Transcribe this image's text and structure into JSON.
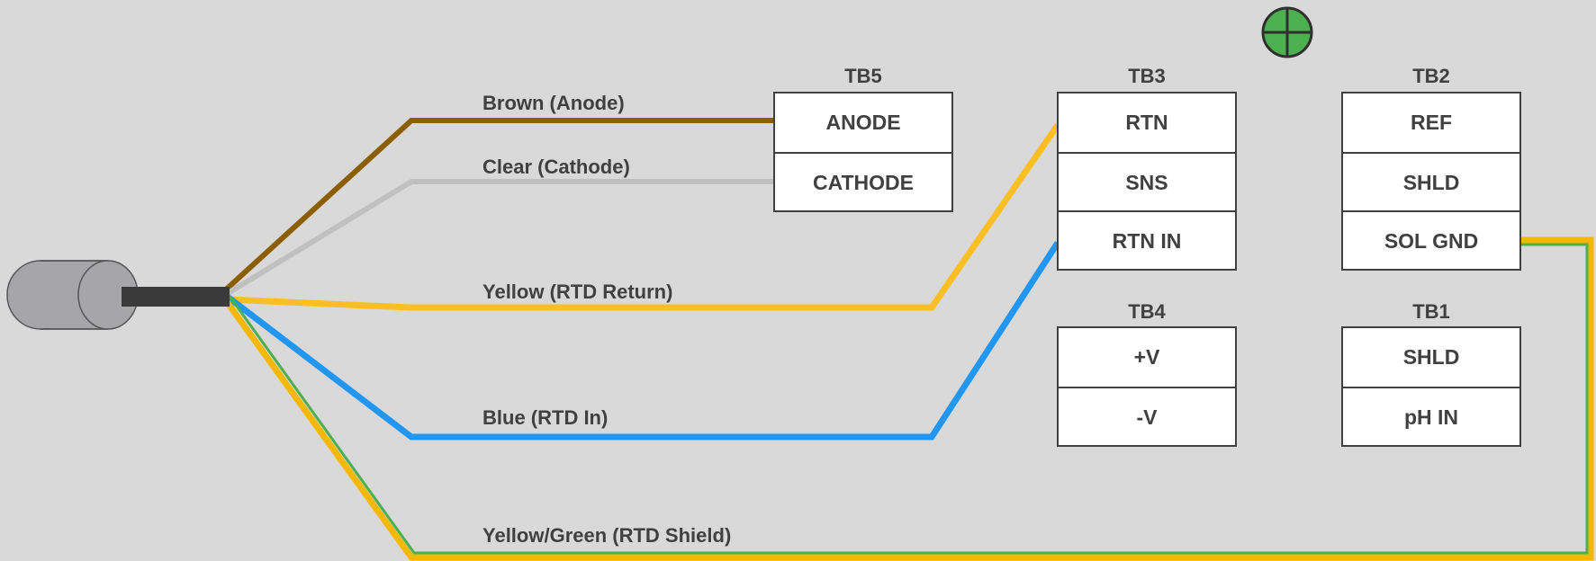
{
  "wires": [
    {
      "label": "Brown (Anode)",
      "color": "#8b5e00"
    },
    {
      "label": "Clear (Cathode)",
      "color": "#c0c0c0"
    },
    {
      "label": "Yellow (RTD Return)",
      "color": "#fbbf24"
    },
    {
      "label": "Blue (RTD In)",
      "color": "#2196f3"
    },
    {
      "label": "Yellow/Green (RTD Shield)",
      "color": "#f5b800",
      "secondary_color": "#4caf50"
    }
  ],
  "terminal_blocks": [
    {
      "name": "TB5",
      "terminals": [
        "ANODE",
        "CATHODE"
      ]
    },
    {
      "name": "TB3",
      "terminals": [
        "RTN",
        "SNS",
        "RTN IN"
      ]
    },
    {
      "name": "TB2",
      "terminals": [
        "REF",
        "SHLD",
        "SOL GND"
      ]
    },
    {
      "name": "TB4",
      "terminals": [
        "+V",
        "-V"
      ]
    },
    {
      "name": "TB1",
      "terminals": [
        "SHLD",
        "pH IN"
      ]
    }
  ],
  "ground_icon": "ground-icon",
  "colors": {
    "background": "#d9d9d9",
    "ground": "#4caf50",
    "cable": "#3a3a3a",
    "probe": "#a6a6a8"
  }
}
